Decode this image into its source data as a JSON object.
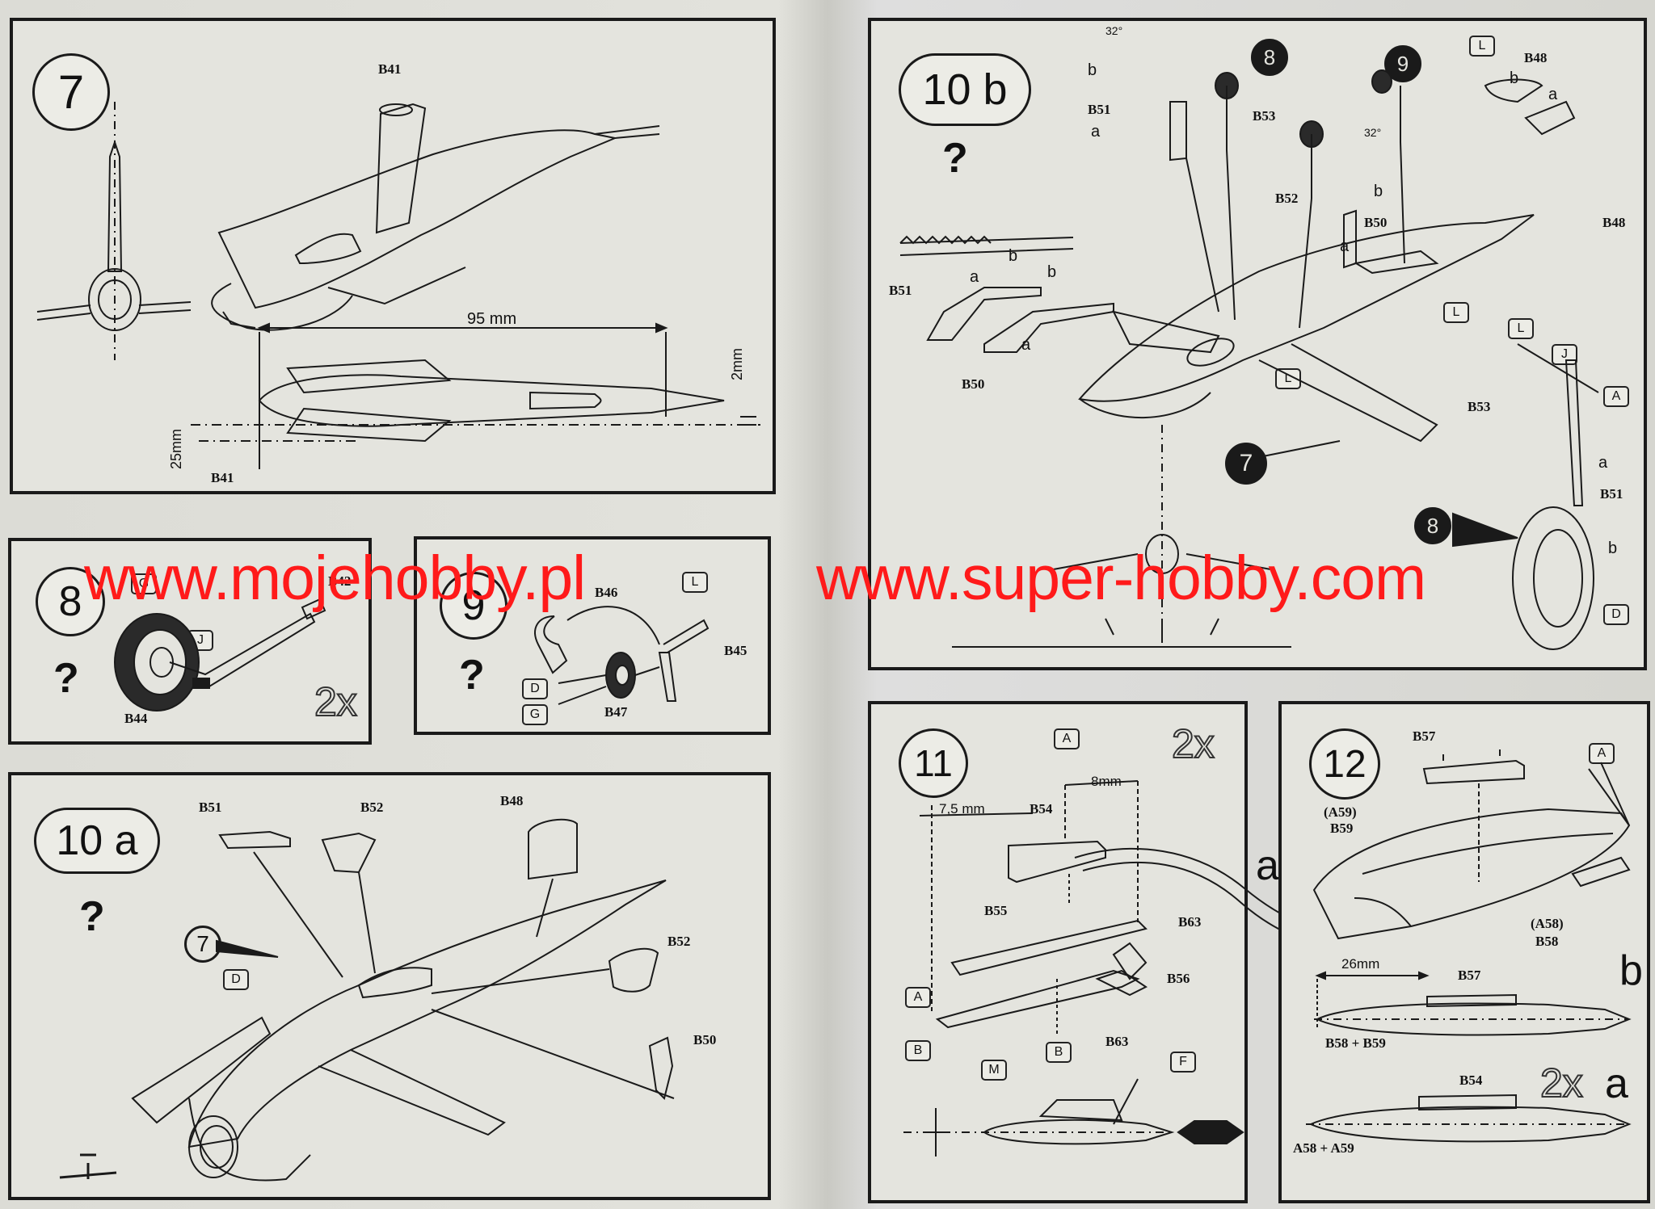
{
  "steps": {
    "s7": {
      "number": "7",
      "labels": [
        "B41",
        "B41"
      ],
      "dims": [
        "95 mm",
        "2mm",
        "25mm"
      ]
    },
    "s8": {
      "number": "8",
      "question": "?",
      "multiplier": "2x",
      "parts": [
        "G",
        "J",
        "B42",
        "B44"
      ]
    },
    "s9": {
      "number": "9",
      "question": "?",
      "parts": [
        "L",
        "B46",
        "B45",
        "D",
        "G",
        "B47"
      ]
    },
    "s10a": {
      "number": "10 a",
      "question": "?",
      "labels": [
        "B51",
        "B52",
        "B48",
        "B52",
        "B50"
      ],
      "callout": "7",
      "part_box": "D"
    },
    "s10b": {
      "number": "10 b",
      "question": "?",
      "callouts": [
        "8",
        "9",
        "7",
        "8"
      ],
      "angle_a": "32°",
      "angle_b": "32°",
      "labels": [
        "B51",
        "B53",
        "B52",
        "B50",
        "B48",
        "B48",
        "B51",
        "B50",
        "B53",
        "B51"
      ],
      "parts": [
        "L",
        "L",
        "L",
        "L",
        "J",
        "A",
        "D"
      ],
      "letters": [
        "a",
        "b",
        "a",
        "b",
        "a",
        "b",
        "a",
        "b",
        "a",
        "b",
        "a",
        "b"
      ]
    },
    "s11": {
      "number": "11",
      "multiplier": "2x",
      "dims": [
        "7,5 mm",
        "8mm"
      ],
      "labels": [
        "B54",
        "B55",
        "B63",
        "B56",
        "B63"
      ],
      "parts": [
        "A",
        "A",
        "B",
        "M",
        "B",
        "F"
      ],
      "letter": "a",
      "question": "?"
    },
    "s12": {
      "number": "12",
      "labels": [
        "B57",
        "(A59)",
        "B59",
        "(A58)",
        "B58",
        "B57",
        "B58 + B59",
        "B54",
        "A58 + A59"
      ],
      "parts": [
        "A"
      ],
      "dims": [
        "26mm"
      ],
      "letters": [
        "b",
        "a"
      ],
      "multiplier": "2x"
    }
  },
  "watermark": {
    "left": "www.mojehobby.pl",
    "right": "www.super-hobby.com",
    "color": "#ff1a1a"
  }
}
